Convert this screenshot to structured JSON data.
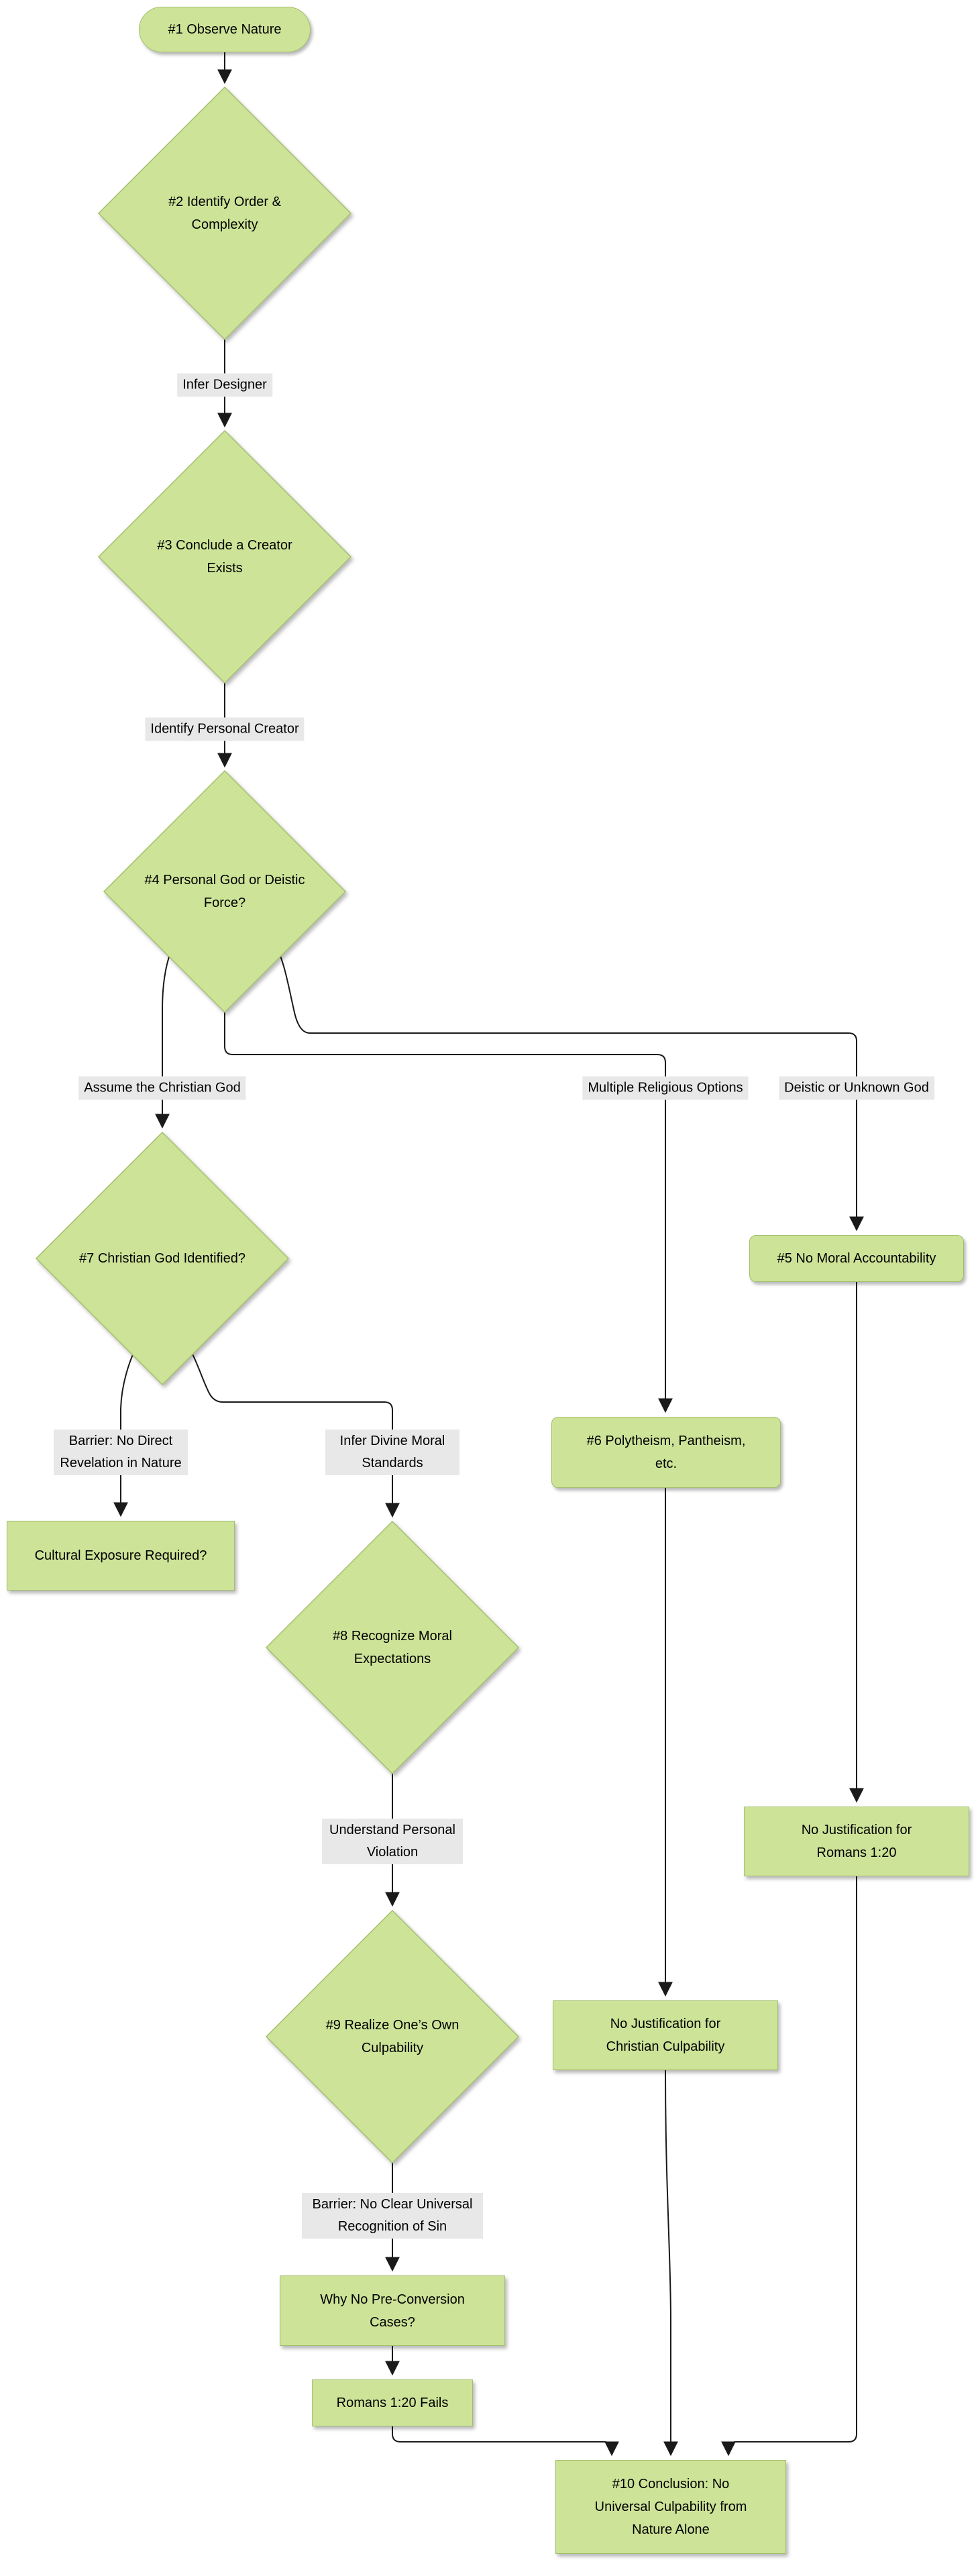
{
  "diagram": {
    "type": "flowchart",
    "direction": "top-down"
  },
  "nodes": {
    "n1": {
      "label": "#1 Observe Nature",
      "shape": "stadium"
    },
    "n2": {
      "label": "#2 Identify Order & Complexity",
      "shape": "diamond"
    },
    "n3": {
      "label": "#3 Conclude a Creator Exists",
      "shape": "diamond"
    },
    "n4": {
      "label": "#4 Personal God or Deistic Force?",
      "shape": "diamond"
    },
    "n5": {
      "label": "#5 No Moral Accountability",
      "shape": "rounded-rect"
    },
    "n6": {
      "label": "#6 Polytheism, Pantheism, etc.",
      "shape": "rounded-rect"
    },
    "n7": {
      "label": "#7 Christian God Identified?",
      "shape": "diamond"
    },
    "n8": {
      "label": "#8 Recognize Moral Expectations",
      "shape": "diamond"
    },
    "n9": {
      "label": "#9 Realize One’s Own Culpability",
      "shape": "diamond"
    },
    "n10": {
      "label": "#10 Conclusion: No Universal Culpability from Nature Alone",
      "shape": "rect"
    },
    "cultural": {
      "label": "Cultural Exposure Required?",
      "shape": "rect"
    },
    "no_just_romans": {
      "label": "No Justification for Romans 1:20",
      "shape": "rect"
    },
    "no_just_christian": {
      "label": "No Justification for Christian Culpability",
      "shape": "rect"
    },
    "why_no": {
      "label": "Why No Pre-Conversion Cases?",
      "shape": "rect"
    },
    "romans_fails": {
      "label": "Romans 1:20 Fails",
      "shape": "rect"
    }
  },
  "edge_labels": {
    "infer_designer": {
      "label": "Infer Designer"
    },
    "identify_personal_creator": {
      "label": "Identify Personal Creator"
    },
    "assume_christian_god": {
      "label": "Assume the Christian God"
    },
    "multiple_religious_options": {
      "label": "Multiple Religious Options"
    },
    "deistic_or_unknown_god": {
      "label": "Deistic or Unknown God"
    },
    "barrier_no_direct": {
      "label": "Barrier: No Direct Revelation in Nature"
    },
    "infer_divine_moral": {
      "label": "Infer Divine Moral Standards"
    },
    "understand_personal": {
      "label": "Understand Personal Violation"
    },
    "barrier_no_clear": {
      "label": "Barrier: No Clear Universal Recognition of Sin"
    }
  },
  "colors": {
    "node_fill": "#cde498",
    "node_border": "#a4be6e",
    "edge_stroke": "#1a1a1a",
    "edge_label_bg": "#e8e8e8",
    "text": "#000000",
    "background": "#ffffff"
  }
}
